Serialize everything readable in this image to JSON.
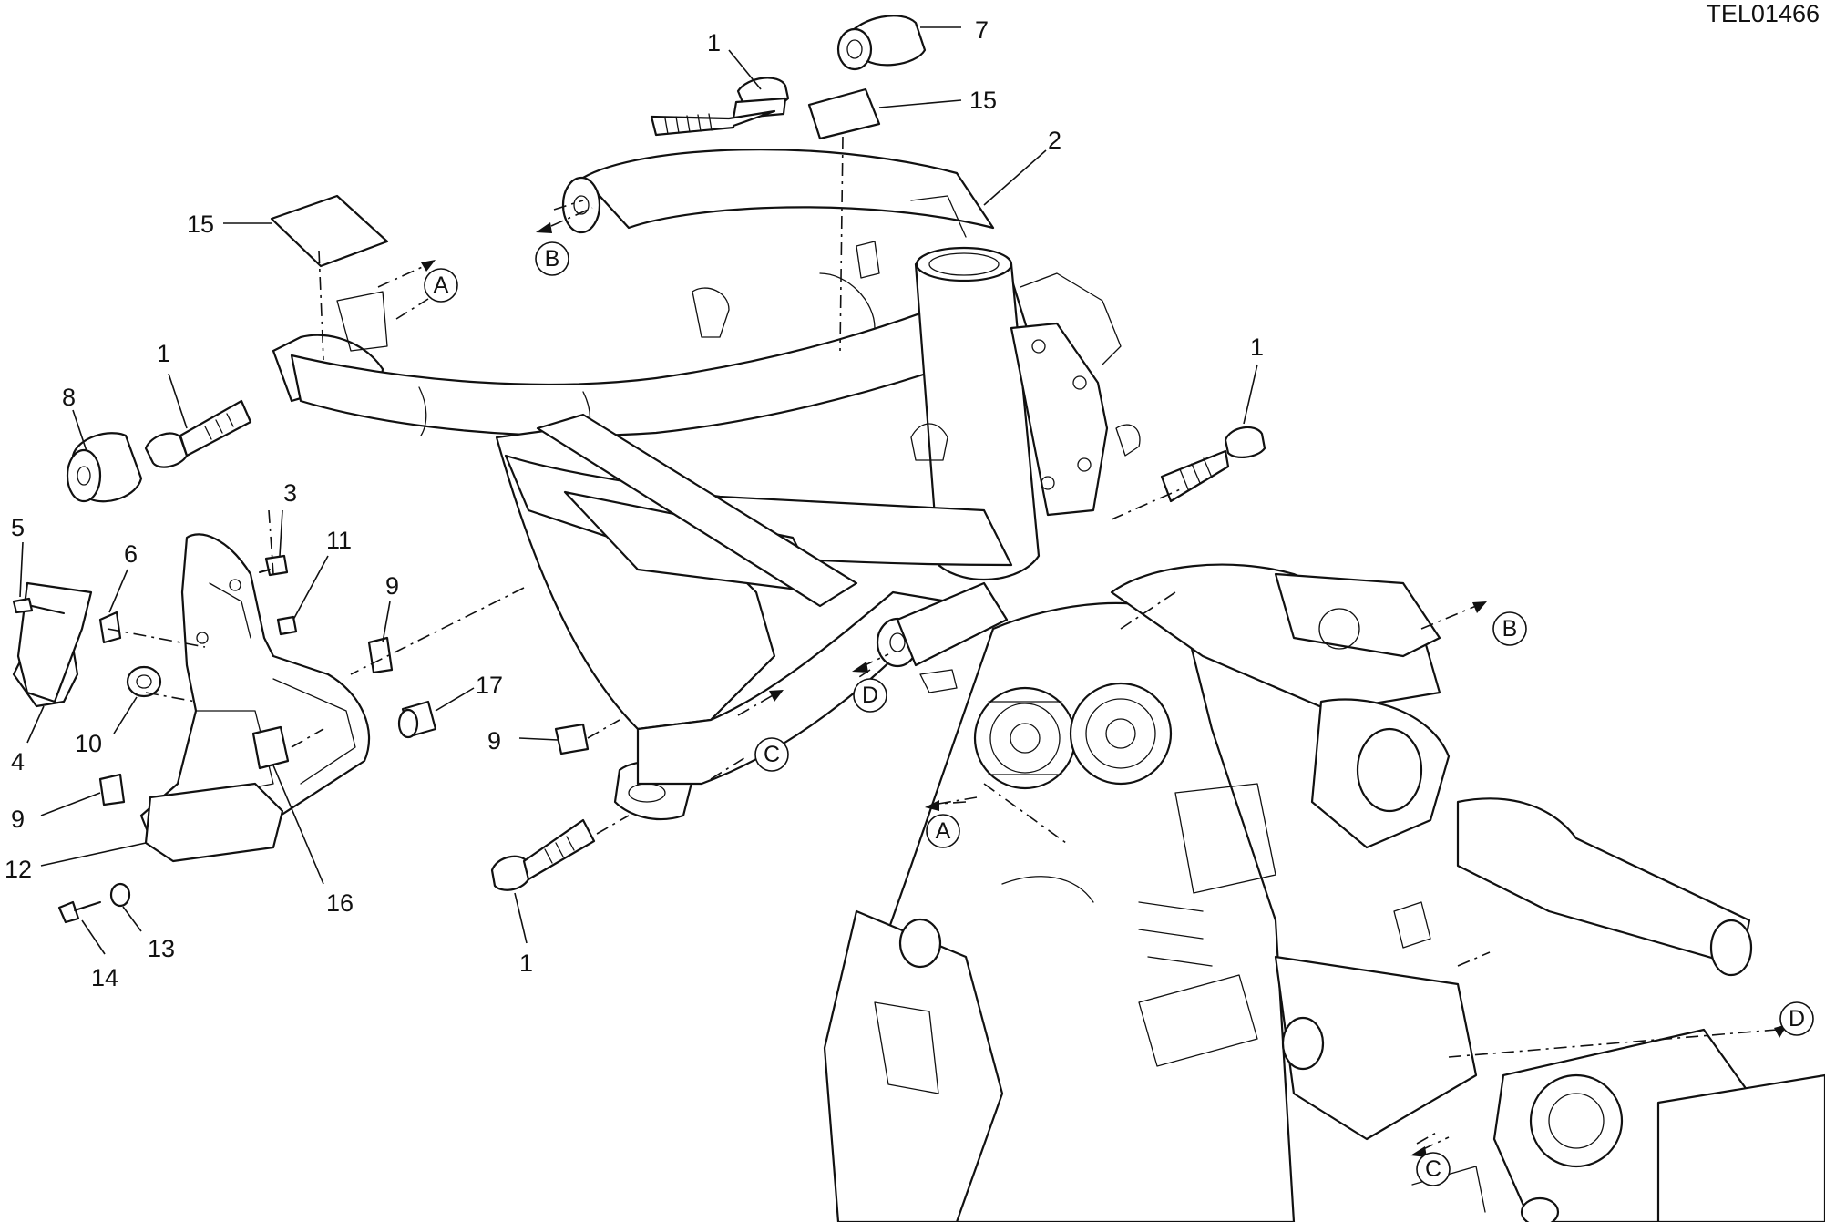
{
  "reference_code": "TEL01466",
  "labels": {
    "l1a": "1",
    "l1b": "1",
    "l1c": "1",
    "l1d": "1",
    "l2": "2",
    "l3": "3",
    "l4": "4",
    "l5": "5",
    "l6": "6",
    "l7": "7",
    "l8": "8",
    "l9a": "9",
    "l9b": "9",
    "l9c": "9",
    "l10": "10",
    "l11": "11",
    "l12": "12",
    "l13": "13",
    "l14": "14",
    "l15a": "15",
    "l15b": "15",
    "l16": "16",
    "l17": "17"
  },
  "connectors": {
    "a1": "A",
    "a2": "A",
    "b1": "B",
    "b2": "B",
    "c1": "C",
    "c2": "C",
    "d1": "D",
    "d2": "D"
  },
  "colors": {
    "line": "#111111",
    "background": "#ffffff"
  }
}
